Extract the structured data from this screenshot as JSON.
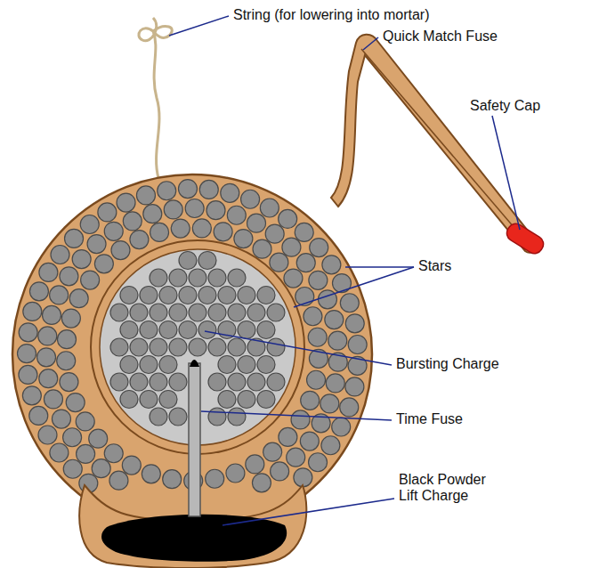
{
  "diagram": {
    "labels": [
      "String (for lowering into mortar)",
      "Quick Match Fuse",
      "Safety Cap",
      "Stars",
      "Bursting Charge",
      "Time Fuse",
      "Black Powder Lift Charge"
    ]
  }
}
